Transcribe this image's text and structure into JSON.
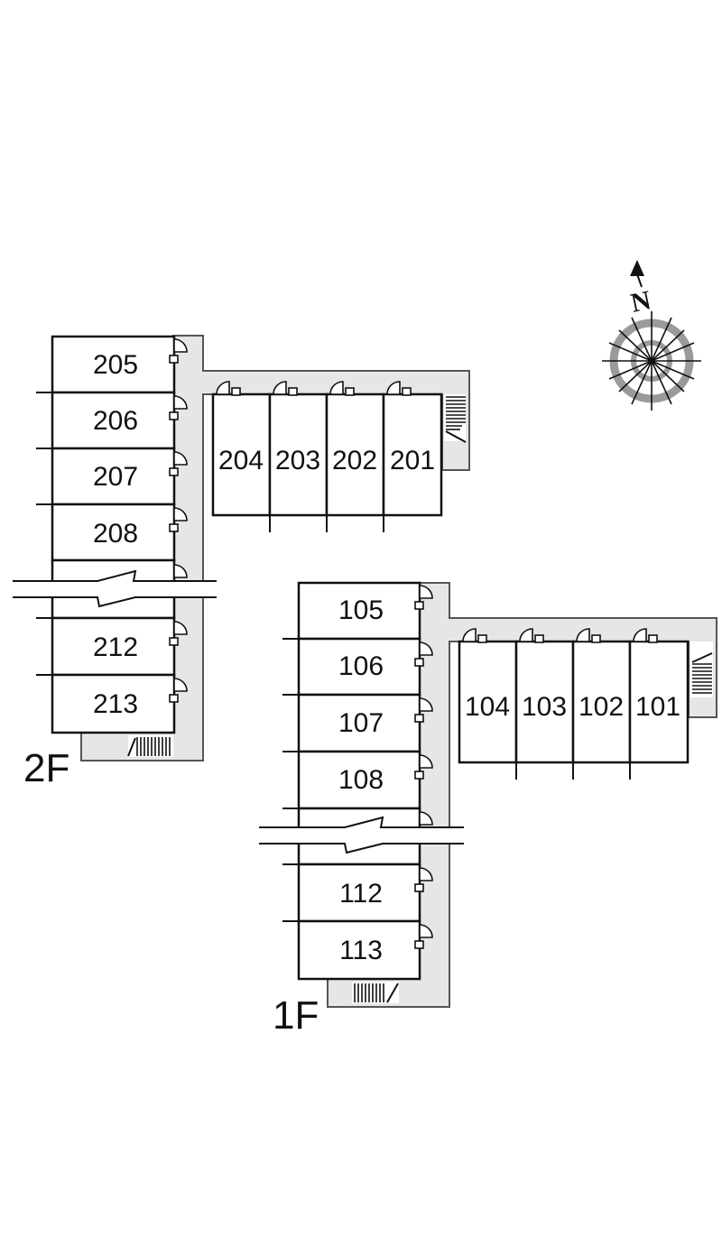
{
  "colors": {
    "corridor": "#e6e6e6",
    "corridor_border": "#555555",
    "wall": "#111111",
    "compass_ring": "#9a9a9a"
  },
  "compass": {
    "north_letter": "N",
    "icon": "north-arrow-icon"
  },
  "floors": {
    "second": {
      "label": "2F",
      "column_rooms": [
        "205",
        "206",
        "207",
        "208",
        "212",
        "213"
      ],
      "row_rooms": [
        "204",
        "203",
        "202",
        "201"
      ]
    },
    "first": {
      "label": "1F",
      "column_rooms": [
        "105",
        "106",
        "107",
        "108",
        "112",
        "113"
      ],
      "row_rooms": [
        "104",
        "103",
        "102",
        "101"
      ]
    }
  }
}
